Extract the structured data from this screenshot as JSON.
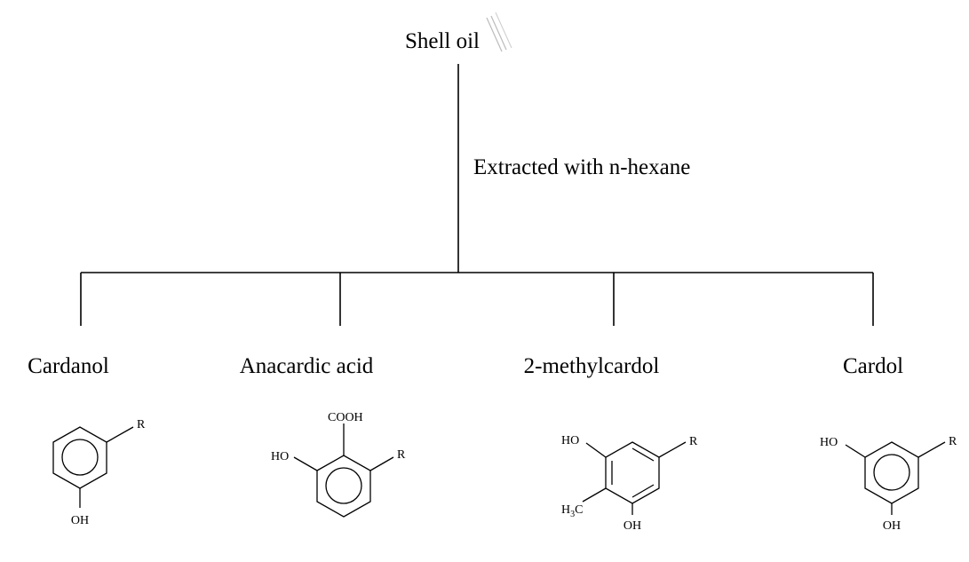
{
  "root": {
    "label": "Shell oil"
  },
  "process": {
    "label": "Extracted with n-hexane"
  },
  "compounds": [
    {
      "name": "Cardanol",
      "substituents": {
        "r": "R",
        "oh": "OH"
      }
    },
    {
      "name": "Anacardic acid",
      "substituents": {
        "cooh": "COOH",
        "ho": "HO",
        "r": "R"
      }
    },
    {
      "name": "2-methylcardol",
      "substituents": {
        "ho": "HO",
        "r": "R",
        "h": "H",
        "h_sub": "3",
        "c": "C",
        "oh": "OH"
      }
    },
    {
      "name": "Cardol",
      "substituents": {
        "ho": "HO",
        "r": "R",
        "oh": "OH"
      }
    }
  ]
}
